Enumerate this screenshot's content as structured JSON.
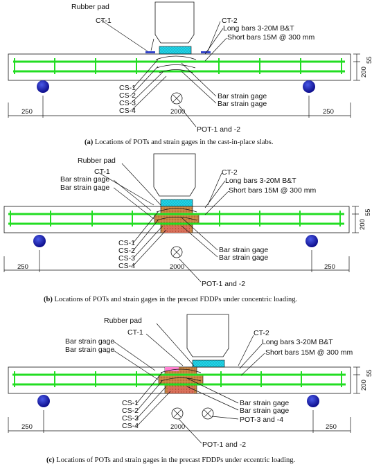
{
  "panels": [
    {
      "labels": {
        "rubber_pad": "Rubber pad",
        "ct1": "CT-1",
        "ct2": "CT-2",
        "long_bars": "Long bars 3-20M B&T",
        "short_bars": "Short bars 15M @ 300 mm",
        "cs1": "CS-1",
        "cs2": "CS-2",
        "cs3": "CS-3",
        "cs4": "CS-4",
        "bar_gage_1": "Bar strain gage",
        "bar_gage_2": "Bar strain gage",
        "pot": "POT-1 and -2",
        "dim_left": "250",
        "dim_mid": "2000",
        "dim_right": "250",
        "dim_top": "55",
        "dim_height": "200"
      },
      "caption": {
        "tag": "(a)",
        "text": " Locations of POTs and strain gages in the cast-in-place slabs."
      }
    },
    {
      "labels": {
        "rubber_pad": "Rubber pad",
        "ct1": "CT-1",
        "ct2": "CT-2",
        "top_gage_1": "Bar strain gage",
        "top_gage_2": "Bar strain gage",
        "long_bars": "Long bars 3-20M B&T",
        "short_bars": "Short bars 15M @ 300 mm",
        "cs1": "CS-1",
        "cs2": "CS-2",
        "cs3": "CS-3",
        "cs4": "CS-4",
        "bar_gage_1": "Bar strain gage",
        "bar_gage_2": "Bar strain gage",
        "pot": "POT-1 and -2",
        "dim_left": "250",
        "dim_mid": "2000",
        "dim_right": "250",
        "dim_top": "55",
        "dim_height": "200"
      },
      "caption": {
        "tag": "(b)",
        "text": " Locations of POTs and strain gages in the precast FDDPs under concentric loading."
      }
    },
    {
      "labels": {
        "rubber_pad": "Rubber pad",
        "ct1": "CT-1",
        "ct2": "CT-2",
        "top_gage_1": "Bar strain gage",
        "top_gage_2": "Bar strain gage",
        "long_bars": "Long bars 3-20M B&T",
        "short_bars": "Short bars 15M @ 300 mm",
        "cs1": "CS-1",
        "cs2": "CS-2",
        "cs3": "CS-3",
        "cs4": "CS-4",
        "bar_gage_1": "Bar strain gage",
        "bar_gage_2": "Bar strain gage",
        "pot": "POT-1 and -2",
        "pot34": "POT-3 and -4",
        "dim_left": "250",
        "dim_mid": "2000",
        "dim_right": "250",
        "dim_top": "55",
        "dim_height": "200"
      },
      "caption": {
        "tag": "(c)",
        "text": " Locations of POTs and strain gages in the precast FDDPs under eccentric loading."
      }
    }
  ],
  "colors": {
    "bar": "#22dd22",
    "pad": "#22d4e8",
    "support": "#1515b5",
    "joint": "#c87a3a",
    "joint_top": "#ff80d0"
  }
}
